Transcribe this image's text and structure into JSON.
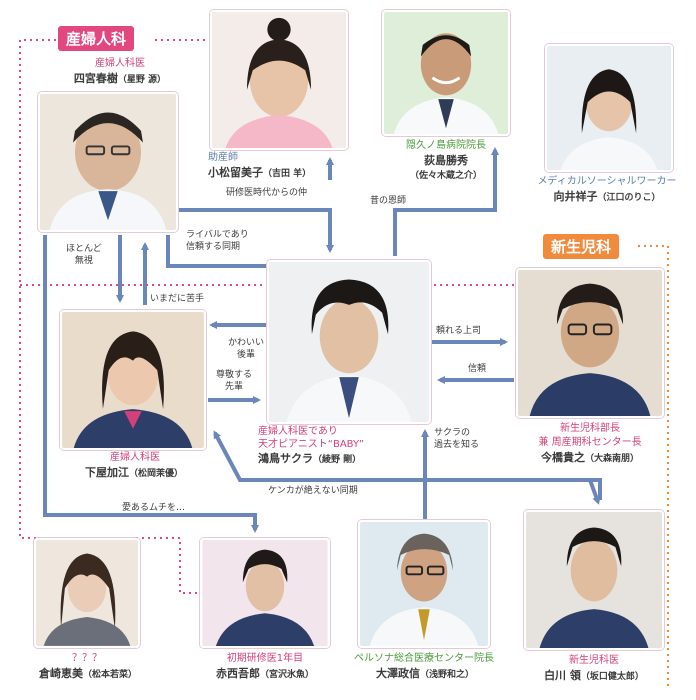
{
  "sections": {
    "obgyn": "産婦人科",
    "neonatal": "新生児科"
  },
  "people": {
    "shinomiya": {
      "role": "産婦人科医",
      "name": "四宮春樹",
      "actor": "（星野 源）"
    },
    "komatsu": {
      "role": "助産師",
      "name": "小松留美子",
      "actor": "（吉田 羊）"
    },
    "ogishima": {
      "role": "隠久ノ島病院院長",
      "name": "荻島勝秀",
      "actor": "（佐々木蔵之介）"
    },
    "mukai": {
      "role": "メディカルソーシャルワーカー",
      "name": "向井祥子",
      "actor": "（江口のりこ）"
    },
    "kounotori": {
      "role1": "産婦人科医であり",
      "role2": "天才ピアニスト“BABY”",
      "name": "鴻鳥サクラ",
      "actor": "（綾野 剛）"
    },
    "imabashi": {
      "role1": "新生児科部長",
      "role2": "兼 周産期科センター長",
      "name": "今橋貴之",
      "actor": "（大森南朋）"
    },
    "shimoya": {
      "role": "産婦人科医",
      "name": "下屋加江",
      "actor": "（松岡茉優）"
    },
    "kurasaki": {
      "role": "？？？",
      "name": "倉崎恵美",
      "actor": "（松本若菜）"
    },
    "akanishi": {
      "role": "初期研修医1年目",
      "name": "赤西吾郎",
      "actor": "（宮沢氷魚）"
    },
    "ohsawa": {
      "role": "ペルソナ総合医療センター院長",
      "name": "大澤政信",
      "actor": "（浅野和之）"
    },
    "shirakawa": {
      "role": "新生児科医",
      "name": "白川 領",
      "actor": "（坂口健太郎）"
    }
  },
  "relations": {
    "since_training": "研修医時代からの仲",
    "former_mentor": "昔の恩師",
    "rival_1": "ライバルであり",
    "rival_2": "信頼する同期",
    "ignore_1": "ほとんど",
    "ignore_2": "無視",
    "still_bad": "いまだに苦手",
    "cute_1": "かわいい",
    "cute_2": "後輩",
    "respect_1": "尊敬する",
    "respect_2": "先輩",
    "reliable_boss": "頼れる上司",
    "trust": "信頼",
    "sakura_past_1": "サクラの",
    "sakura_past_2": "過去を知る",
    "quarrel": "ケンカが絶えない同期",
    "loving_whip": "愛あるムチを…"
  },
  "colors": {
    "arrow": "#6b86b8",
    "obgyn": "#e2487f",
    "neonatal": "#f08a3c",
    "dotted_pink": "#e2487f",
    "dotted_orange": "#f08a3c"
  }
}
